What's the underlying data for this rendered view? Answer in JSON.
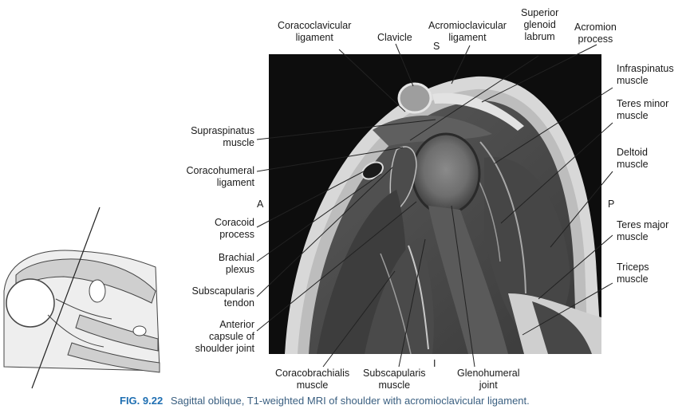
{
  "labels": {
    "coracoclavicular_ligament": [
      "Coracoclavicular",
      "ligament"
    ],
    "clavicle": [
      "Clavicle"
    ],
    "acromioclavicular_ligament": [
      "Acromioclavicular",
      "ligament"
    ],
    "superior_glenoid_labrum": [
      "Superior",
      "glenoid",
      "labrum"
    ],
    "acromion_process": [
      "Acromion",
      "process"
    ],
    "infraspinatus_muscle": [
      "Infraspinatus",
      "muscle"
    ],
    "teres_minor_muscle": [
      "Teres minor",
      "muscle"
    ],
    "deltoid_muscle": [
      "Deltoid",
      "muscle"
    ],
    "teres_major_muscle": [
      "Teres major",
      "muscle"
    ],
    "triceps_muscle": [
      "Triceps",
      "muscle"
    ],
    "supraspinatus_muscle": [
      "Supraspinatus",
      "muscle"
    ],
    "coracohumeral_ligament": [
      "Coracohumeral",
      "ligament"
    ],
    "coracoid_process": [
      "Coracoid",
      "process"
    ],
    "brachial_plexus": [
      "Brachial",
      "plexus"
    ],
    "subscapularis_tendon": [
      "Subscapularis",
      "tendon"
    ],
    "anterior_capsule": [
      "Anterior",
      "capsule of",
      "shoulder joint"
    ],
    "coracobrachialis_muscle": [
      "Coracobrachialis",
      "muscle"
    ],
    "subscapularis_muscle": [
      "Subscapularis",
      "muscle"
    ],
    "glenohumeral_joint": [
      "Glenohumeral",
      "joint"
    ]
  },
  "orientation": {
    "superior": "S",
    "inferior": "I",
    "anterior": "A",
    "posterior": "P"
  },
  "caption": {
    "figure_number": "FIG. 9.22",
    "text": "Sagittal oblique, T1-weighted MRI of shoulder with acromioclavicular ligament."
  },
  "colors": {
    "caption_accent": "#1f6fb2",
    "leader_line": "#222222"
  }
}
